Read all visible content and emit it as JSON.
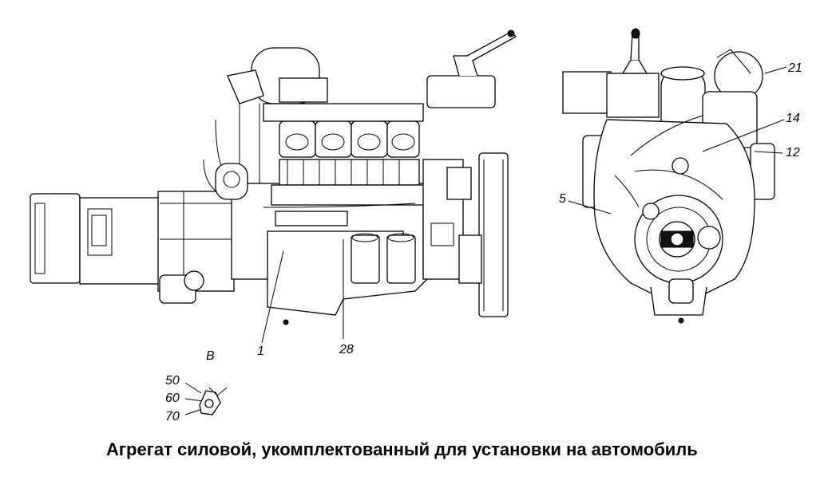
{
  "caption": "Агрегат силовой, укомплектованный для установки на автомобиль",
  "side_view": {
    "callouts": {
      "c1": "1",
      "c28": "28"
    }
  },
  "front_view": {
    "callouts": {
      "c21": "21",
      "c14": "14",
      "c12": "12",
      "c5": "5"
    }
  },
  "detail_view": {
    "title": "В",
    "labels": [
      "50",
      "60",
      "70"
    ]
  }
}
